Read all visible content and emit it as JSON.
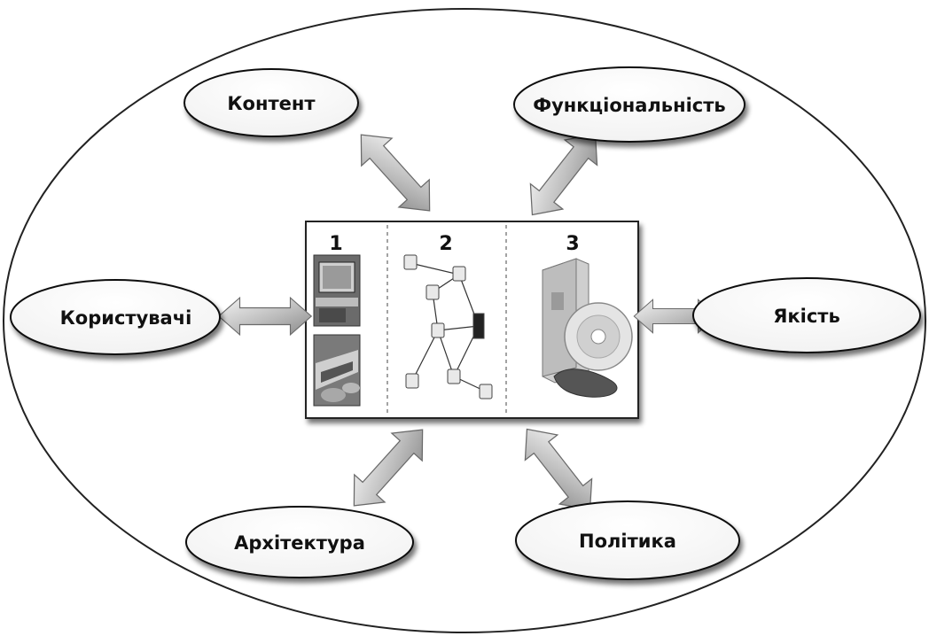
{
  "nodes": {
    "content": "Контент",
    "functionality": "Функціональність",
    "users": "Користувачі",
    "quality": "Якість",
    "architecture": "Архітектура",
    "policy": "Політика"
  },
  "panels": {
    "p1": "1",
    "p2": "2",
    "p3": "3"
  },
  "icons": {
    "panel1_top": "computer-monitor-photo-icon",
    "panel1_bottom": "keyboard-hands-photo-icon",
    "panel2": "network-topology-icon",
    "panel3": "software-box-cd-mouse-icon"
  }
}
